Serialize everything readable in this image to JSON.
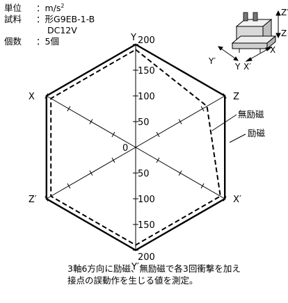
{
  "info": {
    "unit_label": "単位",
    "unit_value": "m/s",
    "unit_sup": "2",
    "sample_label": "試料",
    "sample_value": "形G9EB-1-B",
    "sample_value2": "DC12V",
    "count_label": "個数",
    "count_value": "5個",
    "colon": "："
  },
  "chart_data": {
    "type": "radar",
    "axes": [
      "Y",
      "Z",
      "X′",
      "Y′",
      "Z′",
      "X"
    ],
    "tick_values": [
      50,
      100,
      150,
      200
    ],
    "scale_labels": [
      "50",
      "100",
      "150",
      "200",
      "50",
      "100",
      "150",
      "200"
    ],
    "rmax": 200,
    "grid": false,
    "series": [
      {
        "name": "励磁",
        "style": "solid",
        "values": [
          200,
          200,
          200,
          200,
          200,
          200
        ]
      },
      {
        "name": "無励磁",
        "style": "dashed",
        "values": [
          190,
          160,
          190,
          190,
          190,
          190
        ]
      }
    ],
    "center_label": "0",
    "annotation_order": [
      "無励磁",
      "励磁"
    ]
  },
  "diagram": {
    "labels": [
      "Z′",
      "Z",
      "Y′",
      "Y",
      "X′",
      "X"
    ]
  },
  "caption": {
    "line1": "3軸6方向に励磁、無励磁で各3回衝撃を加え",
    "line2": "接点の誤動作を生じる値を測定。"
  }
}
